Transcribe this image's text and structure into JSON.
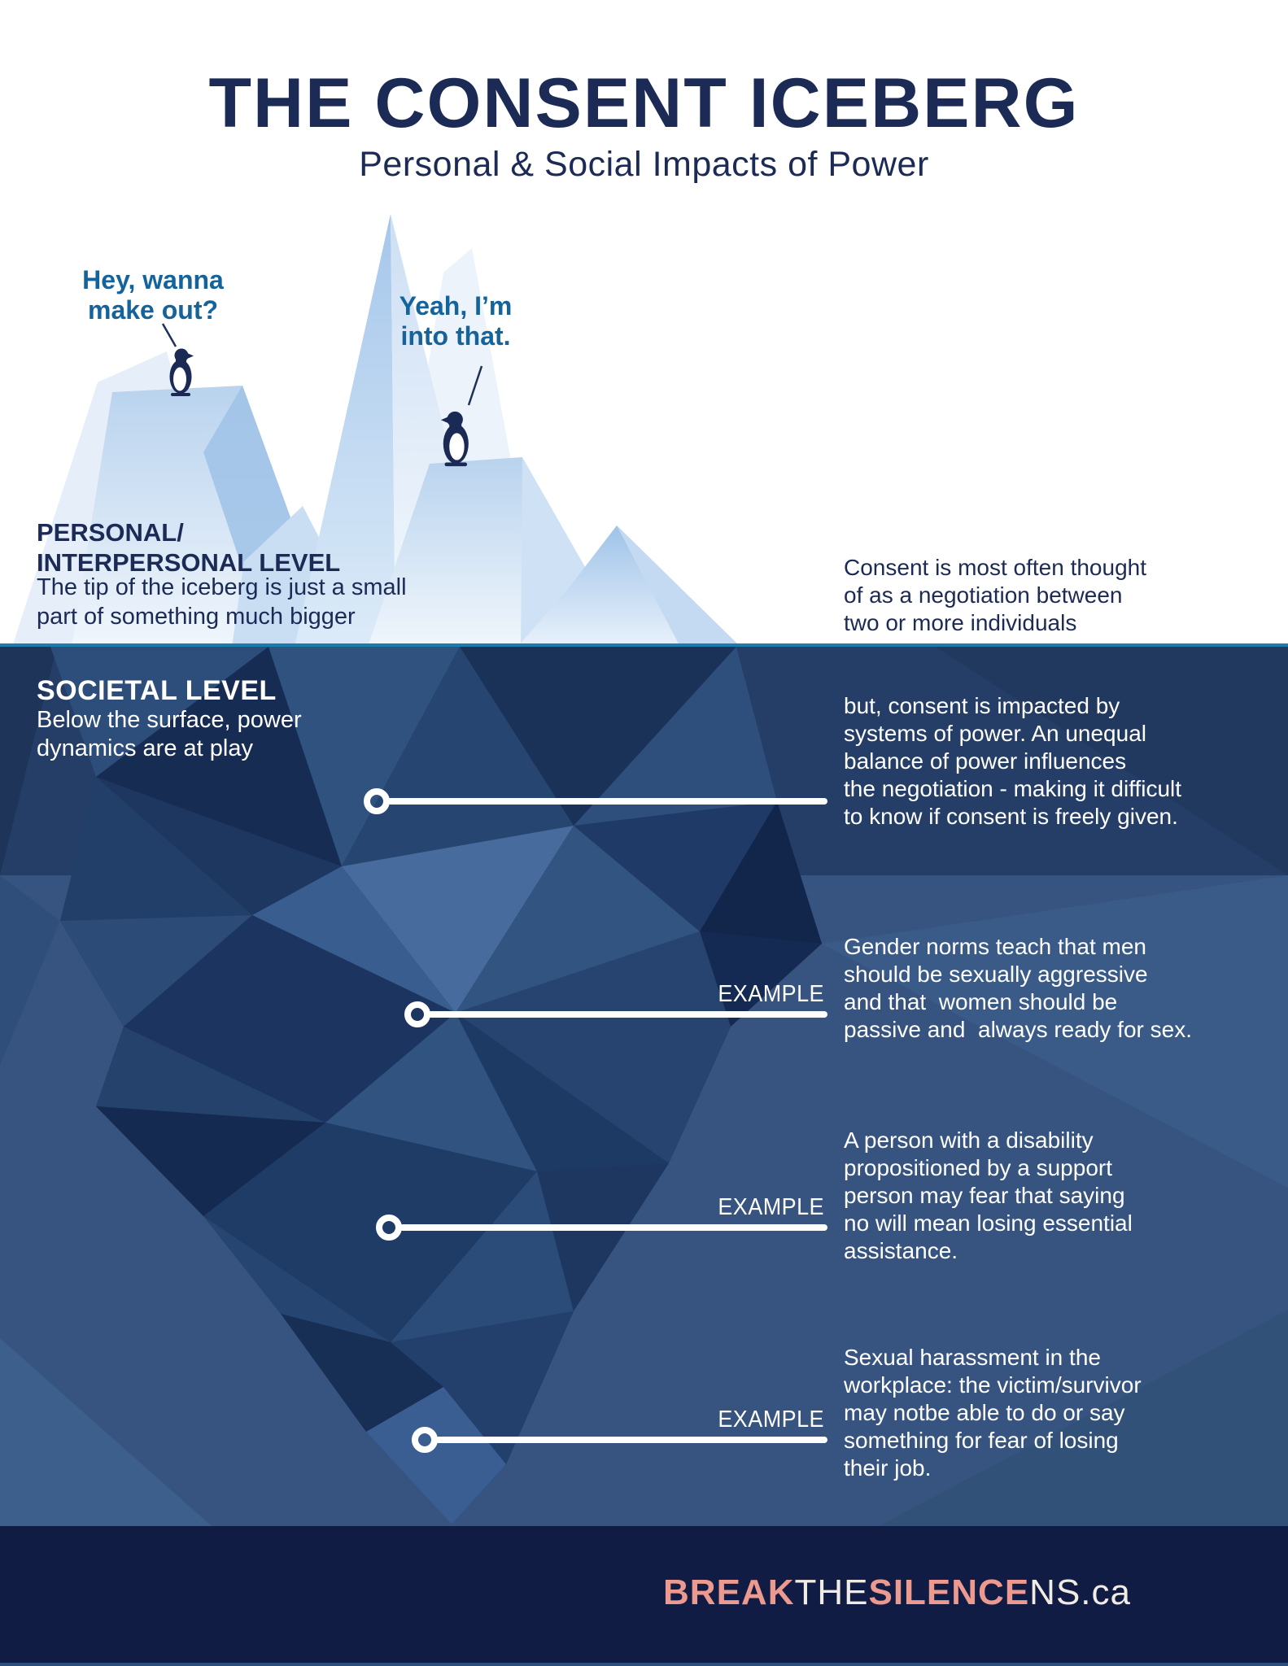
{
  "header": {
    "title": "THE CONSENT ICEBERG",
    "subtitle": "Personal & Social Impacts of Power"
  },
  "scene": {
    "speech_left": "Hey, wanna\nmake out?",
    "speech_right": "Yeah, I’m\ninto that.",
    "icons": {
      "penguin_left_icon": "penguin-silhouette-facing-right",
      "penguin_right_icon": "penguin-silhouette-facing-left"
    }
  },
  "levels": {
    "personal": {
      "heading": "PERSONAL/\nINTERPERSONAL LEVEL",
      "description": "The tip of the iceberg is just a small\npart of something much bigger"
    },
    "societal": {
      "heading": "SOCIETAL LEVEL",
      "description": "Below the surface, power\ndynamics are at play"
    }
  },
  "right_column": {
    "intro": "Consent is most often thought\nof as a negotiation between\ntwo or more individuals",
    "callouts": [
      {
        "label": "",
        "text": "but, consent is impacted by\nsystems of power. An unequal\nbalance of power influences\nthe negotiation - making it difficult\nto know if consent is freely given."
      },
      {
        "label": "EXAMPLE",
        "text": "Gender norms teach that men\nshould be sexually aggressive\nand that  women should be\npassive and  always ready for sex."
      },
      {
        "label": "EXAMPLE",
        "text": "A person with a disability\npropositioned by a support\nperson may fear that saying\nno will mean losing essential\nassistance."
      },
      {
        "label": "EXAMPLE",
        "text": "Sexual harassment in the\nworkplace: the victim/survivor\nmay notbe able to do or say\nsomething for fear of losing\ntheir job."
      }
    ]
  },
  "footer": {
    "brand_break": "BREAK",
    "brand_the": "THE",
    "brand_silence": "SILENCE",
    "brand_suffix": "NS.ca"
  },
  "colors": {
    "navy_text": "#1c2b56",
    "speech_blue": "#15639b",
    "waterline_teal": "#1b7cae",
    "dark_band": "#253e67",
    "deep_water": "#36547f",
    "footer_navy": "#111c44",
    "brand_salmon": "#ec9a8f",
    "brand_cream": "#f1ece3"
  }
}
